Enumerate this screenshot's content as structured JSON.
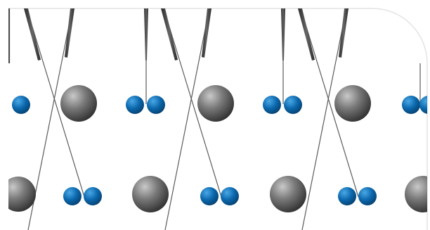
{
  "scene": {
    "colors": {
      "background": "#ffffff",
      "frame": "#e3e3e3",
      "wire": "#5b5b5b",
      "blue_ball": "#1474b8",
      "gray_ball": "#6b6b6b"
    },
    "elements": {
      "large_sphere": "gray-sphere",
      "small_sphere_pair": "blue-sphere-pair",
      "wire": "suspension-wire"
    }
  }
}
